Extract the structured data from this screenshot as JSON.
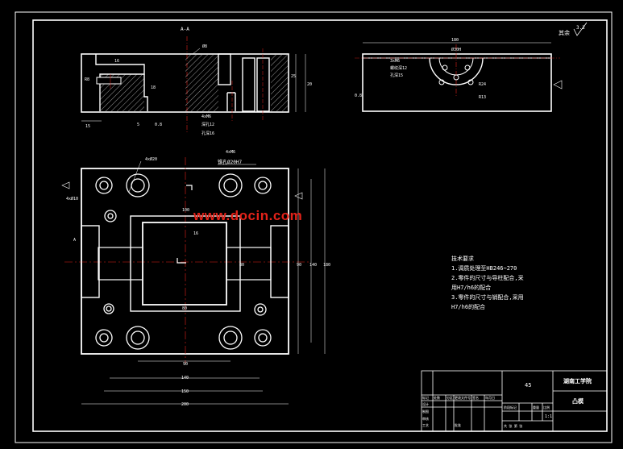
{
  "drawing": {
    "section_label": "A-A",
    "roughness_label": "其余",
    "roughness_value": "3.2",
    "watermark": "www.docin.com"
  },
  "section_dims": {
    "d1": "Ø8",
    "d2": "16",
    "d3": "R8",
    "d4": "18",
    "d5": "15",
    "d6": "5",
    "d7": "0.8",
    "d8": "25",
    "d9": "20",
    "thread": "4xM6",
    "thread2": "深孔12",
    "thread3": "孔深16"
  },
  "side_dims": {
    "width": "180",
    "d1": "Ø30H",
    "d2": "3xM6",
    "d3": "螺纹深12",
    "d4": "孔深15",
    "d5": "R24",
    "d6": "R13",
    "d7": "0.8"
  },
  "plan_dims": {
    "holes1": "4xØ20",
    "holes2": "4xM6",
    "holes3": "4xØ10",
    "thread_note": "锥孔Ø20H7",
    "inner1": "100",
    "inner2": "80",
    "inner3": "16",
    "right1": "90",
    "right2": "140",
    "right3": "180",
    "bot1": "90",
    "bot2": "140",
    "bot3": "150",
    "bot4": "200",
    "label_a": "A",
    "inner_h": "80",
    "bottom_inner": "80"
  },
  "notes": {
    "title": "技术要求",
    "l1": "1.调质处理至HB246~270",
    "l2": "2.零件的尺寸与导柱配合,采",
    "l3": "用H7/h6的配合",
    "l4": "3.零件的尺寸与销配合,采用",
    "l5": "H7/h6的配合"
  },
  "title_block": {
    "material": "45",
    "school": "湖南工学院",
    "part_name": "凸模",
    "scale": "1:1",
    "cells": [
      "标记",
      "处数",
      "分区",
      "更改文件号",
      "签名",
      "年月日",
      "设计",
      "制图",
      "审核",
      "工艺",
      "批准",
      "阶段标记",
      "重量",
      "比例",
      "共 张 第 张"
    ]
  }
}
